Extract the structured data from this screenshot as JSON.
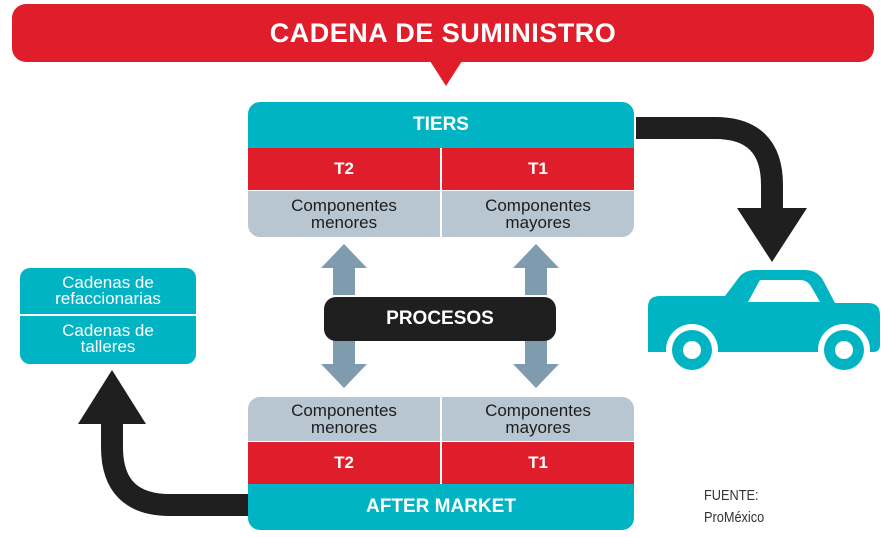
{
  "banner": {
    "title": "CADENA DE SUMINISTRO"
  },
  "tiers_block": {
    "title": "TIERS",
    "t2_label": "T2",
    "t1_label": "T1",
    "t2_components": "Componentes menores",
    "t1_components": "Componentes mayores"
  },
  "procesos": {
    "label": "PROCESOS"
  },
  "aftermarket_block": {
    "title": "AFTER MARKET",
    "t2_label": "T2",
    "t1_label": "T1",
    "t2_components": "Componentes menores",
    "t1_components": "Componentes mayores"
  },
  "side_box": {
    "item1": "Cadenas de refaccionarias",
    "item2": "Cadenas de talleres"
  },
  "source": {
    "label": "FUENTE:",
    "name": "ProMéxico"
  },
  "colors": {
    "red": "#e01e2b",
    "teal": "#00b4c4",
    "grey": "#b8c6d1",
    "arrow_grey": "#7f9cae",
    "dark": "#1f1f1f"
  },
  "icons": [
    "pickup-truck-icon",
    "curved-arrow-icon",
    "double-arrow-icon"
  ]
}
